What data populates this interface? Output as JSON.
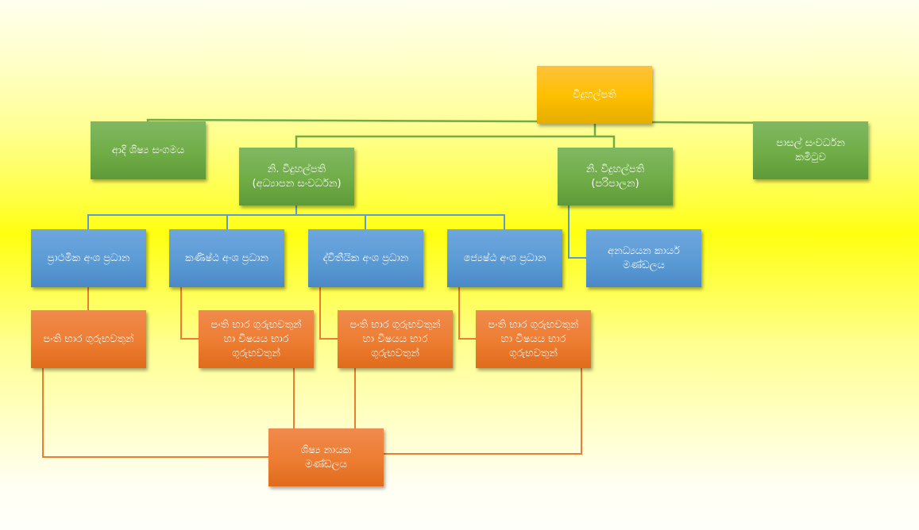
{
  "diagram": {
    "type": "organizational-chart",
    "colors": {
      "principal": "#ffc000",
      "management": "#70ad47",
      "section_heads": "#5b9bd5",
      "teachers": "#ed7d31",
      "connector_green": "#70ad47",
      "connector_blue": "#5b9bd5",
      "connector_orange": "#ed7d31"
    },
    "nodes": {
      "principal": "විදුහල්පති",
      "past_pupils": "ආදි ශිෂ්‍ය සංගමය",
      "deputy_education": "නි. විදුහල්පති\n(අධ්‍යාපන සංවර්ධන)",
      "deputy_admin": "නි. විදුහල්පති\n(පරිපාලන)",
      "sdc": "පාසල් සංවර්ධන\nකමිටුව",
      "primary_head": "ප්‍රාථමික අංශ ප්‍රධාන",
      "junior_head": "කණිෂ්ඨ අංශ ප්‍රධාන",
      "secondary_head": "ද්විතීයික අංශ ප්‍රධාන",
      "senior_head": "ජ්‍යෙෂ්ඨ අංශ ප්‍රධාන",
      "non_academic": "අනධ්‍යයන කාර්ය\nමණ්ඩලය",
      "primary_teachers": "පංති භාර ගුරුභවතුන්",
      "junior_teachers": "පංති භාර ගුරුභවතුන්\nහා විෂයය භාර\nගුරුභවතුන්",
      "secondary_teachers": "පංති භාර ගුරුභවතුන්\nහා විෂයය භාර\nගුරුභවතුන්",
      "senior_teachers": "පංති භාර ගුරුභවතුන්\nහා විෂයය භාර\nගුරුභවතුන්",
      "prefects": "ශිෂ්‍ය නායක\nමණ්ඩලය"
    },
    "edges": [
      [
        "principal",
        "past_pupils"
      ],
      [
        "principal",
        "sdc"
      ],
      [
        "principal",
        "deputy_education"
      ],
      [
        "principal",
        "deputy_admin"
      ],
      [
        "deputy_education",
        "primary_head"
      ],
      [
        "deputy_education",
        "junior_head"
      ],
      [
        "deputy_education",
        "secondary_head"
      ],
      [
        "deputy_education",
        "senior_head"
      ],
      [
        "deputy_admin",
        "non_academic"
      ],
      [
        "primary_head",
        "primary_teachers"
      ],
      [
        "junior_head",
        "junior_teachers"
      ],
      [
        "secondary_head",
        "secondary_teachers"
      ],
      [
        "senior_head",
        "senior_teachers"
      ],
      [
        "primary_teachers",
        "prefects"
      ],
      [
        "junior_teachers",
        "prefects"
      ],
      [
        "secondary_teachers",
        "prefects"
      ],
      [
        "senior_teachers",
        "prefects"
      ]
    ]
  }
}
